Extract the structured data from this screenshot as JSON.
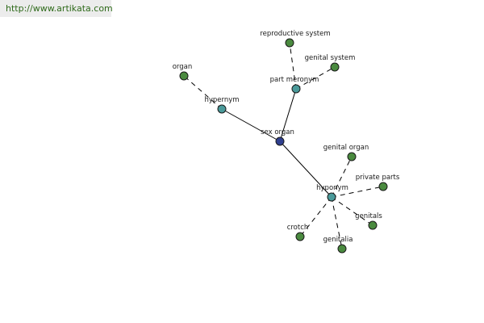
{
  "banner": {
    "url_text": "http://www.artikata.com"
  },
  "colors": {
    "center_node": "#2f3f8f",
    "relation_node": "#4a9a9a",
    "term_node": "#4a8a3f",
    "banner_text": "#2e6a1a",
    "banner_bg": "#ececec"
  },
  "graph": {
    "center": {
      "id": "sex-organ",
      "label": "sex organ",
      "kind": "center"
    },
    "relations": [
      {
        "id": "hypernym",
        "label": "hypernym",
        "kind": "relation"
      },
      {
        "id": "part-meronym",
        "label": "part meronym",
        "kind": "relation"
      },
      {
        "id": "hyponym",
        "label": "hyponym",
        "kind": "relation"
      }
    ],
    "terms": [
      {
        "id": "organ",
        "label": "organ",
        "relation": "hypernym"
      },
      {
        "id": "reproductive-system",
        "label": "reproductive system",
        "relation": "part-meronym"
      },
      {
        "id": "genital-system",
        "label": "genital system",
        "relation": "part-meronym"
      },
      {
        "id": "genital-organ",
        "label": "genital organ",
        "relation": "hyponym"
      },
      {
        "id": "private-parts",
        "label": "private parts",
        "relation": "hyponym"
      },
      {
        "id": "genitals",
        "label": "genitals",
        "relation": "hyponym"
      },
      {
        "id": "genitalia",
        "label": "genitalia",
        "relation": "hyponym"
      },
      {
        "id": "crotch",
        "label": "crotch",
        "relation": "hyponym"
      }
    ]
  }
}
